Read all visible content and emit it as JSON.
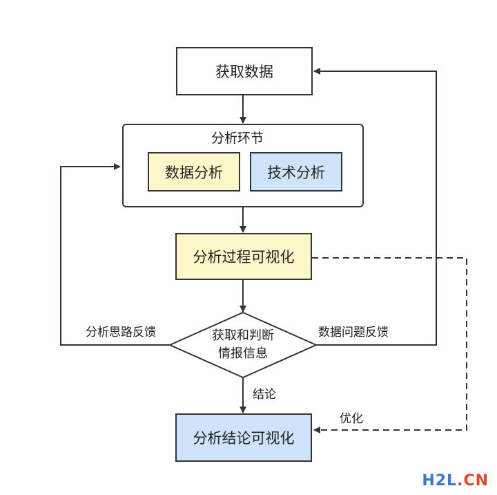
{
  "nodes": {
    "get_data": "获取数据",
    "analysis_stage": "分析环节",
    "data_analysis": "数据分析",
    "tech_analysis": "技术分析",
    "process_viz": "分析过程可视化",
    "decision_line1": "获取和判断",
    "decision_line2": "情报信息",
    "conclusion_viz": "分析结论可视化"
  },
  "edges": {
    "left_feedback": "分析思路反馈",
    "right_feedback": "数据问题反馈",
    "conclusion": "结论",
    "optimize": "优化"
  },
  "watermark": {
    "h2l": "H2L",
    "dot": ".",
    "cn": "CN"
  },
  "colors": {
    "yellow_fill": "#fdf8c9",
    "blue_fill": "#cfe3fb",
    "stroke": "#333333"
  }
}
